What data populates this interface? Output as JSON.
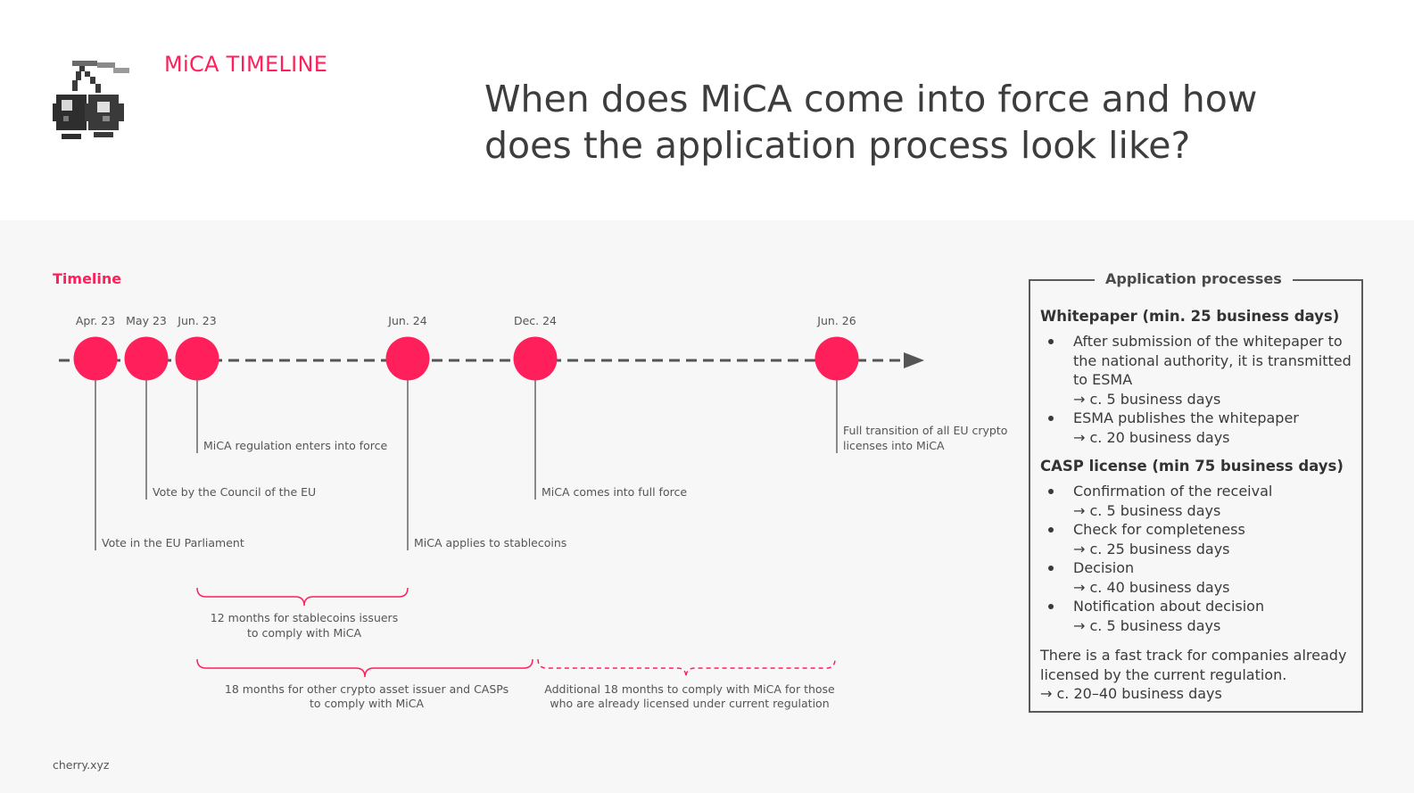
{
  "header": {
    "section_label": "MiCA TIMELINE",
    "title": "When does MiCA come into force and how does the application process look like?"
  },
  "timeline": {
    "label": "Timeline",
    "milestones": [
      {
        "date": "Apr. 23",
        "event": "Vote in the EU Parliament"
      },
      {
        "date": "May 23",
        "event": "Vote by the Council of the EU"
      },
      {
        "date": "Jun. 23",
        "event": "MiCA regulation enters into force"
      },
      {
        "date": "Jun. 24",
        "event": "MiCA applies to stablecoins"
      },
      {
        "date": "Dec. 24",
        "event": "MiCA comes into full force"
      },
      {
        "date": "Jun. 26",
        "event_lines": [
          "Full transition of all EU crypto",
          "licenses into MiCA"
        ]
      }
    ],
    "spans": [
      {
        "lines": [
          "12 months for stablecoins issuers",
          "to comply with MiCA"
        ]
      },
      {
        "lines": [
          "18 months for other crypto asset issuer and CASPs",
          "to comply with MiCA"
        ]
      },
      {
        "lines": [
          "Additional 18 months to comply with MiCA for those",
          "who are already licensed under current regulation"
        ]
      }
    ]
  },
  "application": {
    "title": "Application processes",
    "whitepaper": {
      "heading": "Whitepaper (min. 25 business days)",
      "steps": [
        {
          "text": "After submission of the whitepaper to the national authority, it is transmitted to ESMA",
          "duration": "→ c. 5 business days"
        },
        {
          "text": "ESMA publishes the whitepaper",
          "duration": "→ c. 20 business days"
        }
      ]
    },
    "casp": {
      "heading": "CASP license (min 75 business days)",
      "steps": [
        {
          "text": "Confirmation of the receival",
          "duration": "→ c. 5 business days"
        },
        {
          "text": "Check for completeness",
          "duration": "→ c. 25 business days"
        },
        {
          "text": "Decision",
          "duration": "→ c. 40 business days"
        },
        {
          "text": "Notification about decision",
          "duration": "→ c. 5 business days"
        }
      ]
    },
    "fast_track": "There is a fast track for companies already licensed by the current regulation.",
    "fast_track_duration": "→ c. 20–40 business days"
  },
  "footer": {
    "text": "cherry.xyz"
  },
  "colors": {
    "accent": "#ff1f5a",
    "line": "#555555",
    "background": "#f7f7f7"
  },
  "icons": {
    "logo": "cherry-icon"
  }
}
